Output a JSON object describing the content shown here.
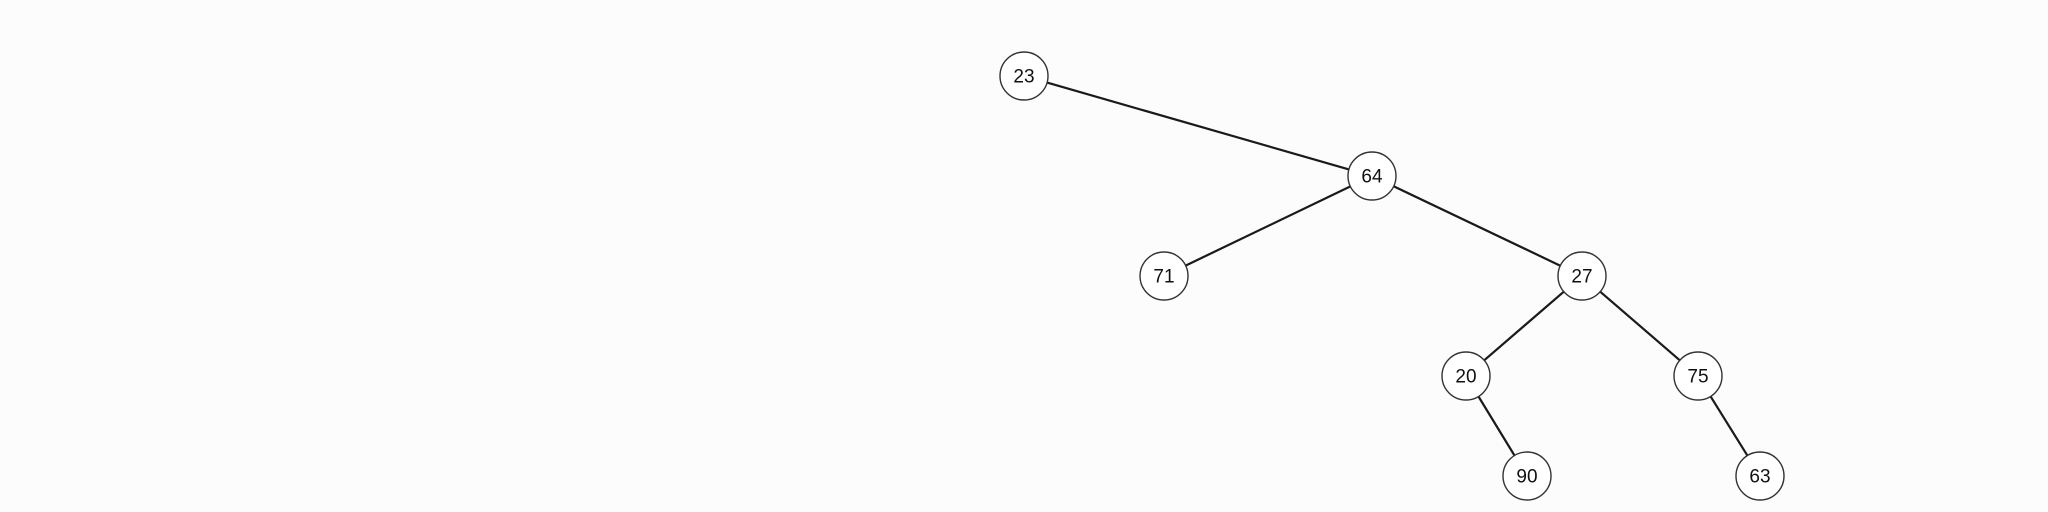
{
  "tree": {
    "colors": {
      "background": "#fcfcfc",
      "edge": "#1a1a1a",
      "node_fill": "#ffffff",
      "node_stroke": "#333333",
      "label": "#111111"
    },
    "nodes": [
      {
        "id": "n23",
        "label": "23"
      },
      {
        "id": "n64",
        "label": "64"
      },
      {
        "id": "n71",
        "label": "71"
      },
      {
        "id": "n27",
        "label": "27"
      },
      {
        "id": "n20",
        "label": "20"
      },
      {
        "id": "n75",
        "label": "75"
      },
      {
        "id": "n90",
        "label": "90"
      },
      {
        "id": "n63",
        "label": "63"
      }
    ],
    "edges": [
      {
        "from": "n23",
        "to": "n64"
      },
      {
        "from": "n64",
        "to": "n71"
      },
      {
        "from": "n64",
        "to": "n27"
      },
      {
        "from": "n27",
        "to": "n20"
      },
      {
        "from": "n27",
        "to": "n75"
      },
      {
        "from": "n20",
        "to": "n90"
      },
      {
        "from": "n75",
        "to": "n63"
      }
    ]
  }
}
